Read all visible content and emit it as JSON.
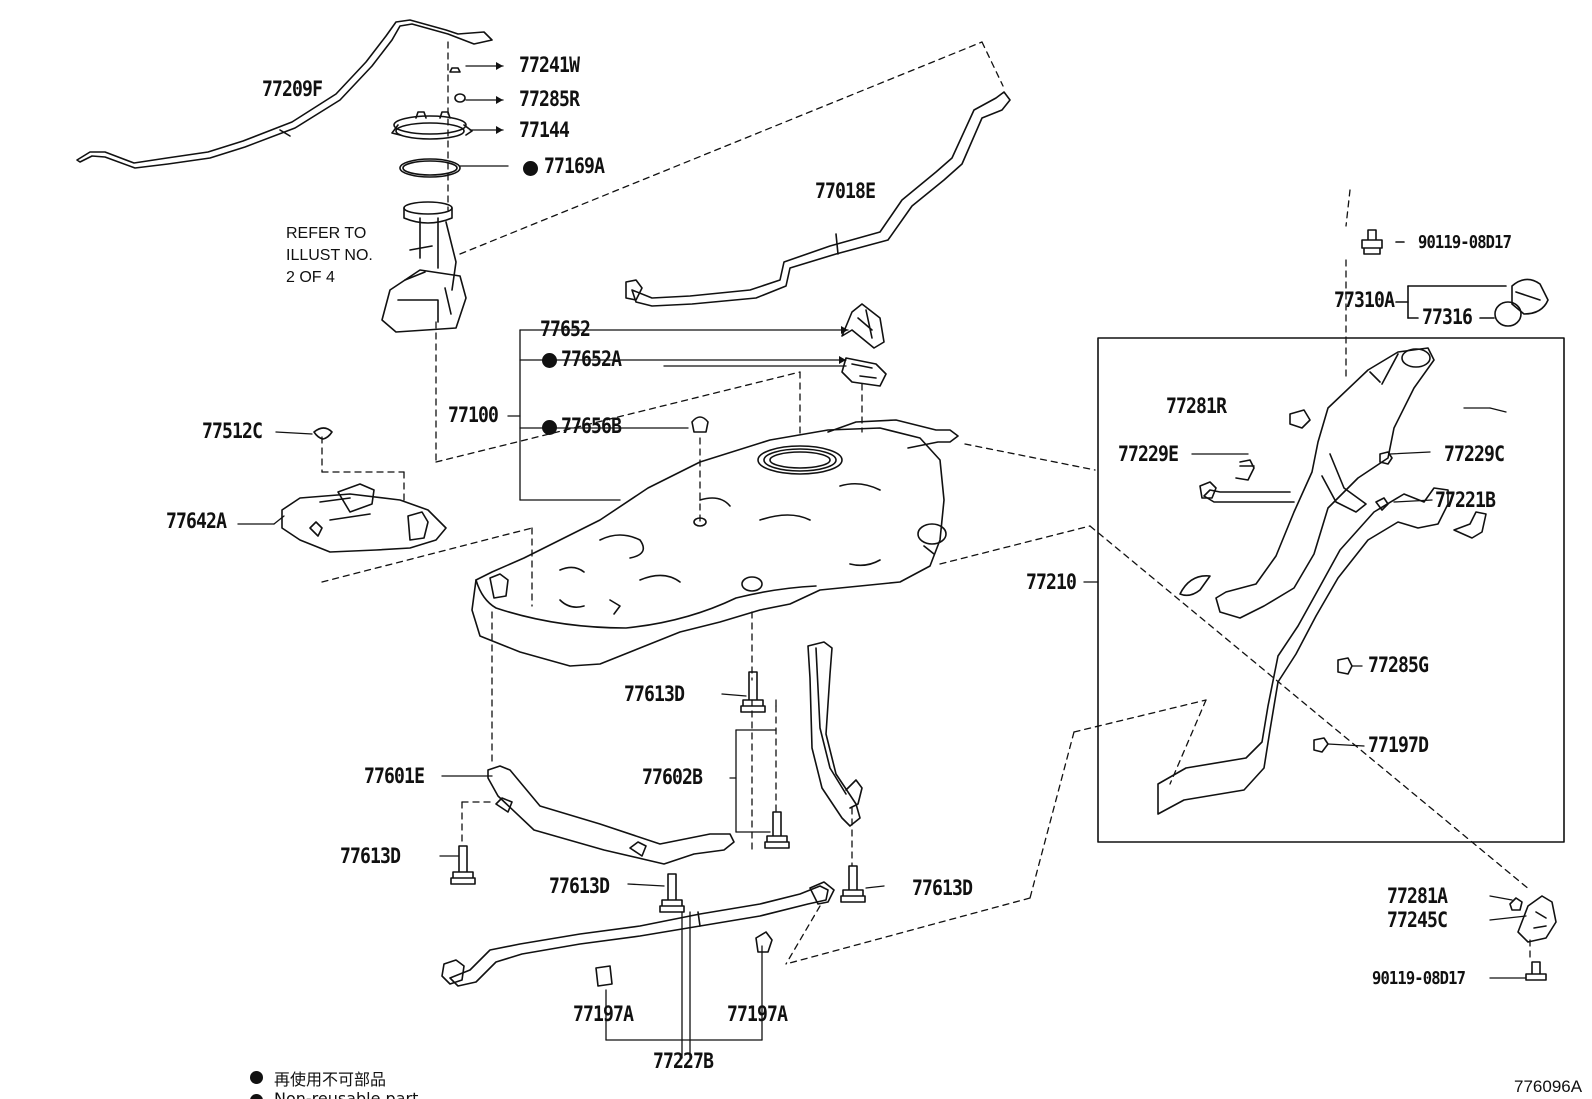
{
  "labels": {
    "p77209F": "77209F",
    "p77241W": "77241W",
    "p77285R": "77285R",
    "p77144": "77144",
    "p77169A": "77169A",
    "p77018E": "77018E",
    "p90119_top": "90119-08D17",
    "p77310A": "77310A",
    "p77316": "77316",
    "p77652": "77652",
    "p77652A": "77652A",
    "p77100": "77100",
    "p77656B": "77656B",
    "p77512C": "77512C",
    "p77642A": "77642A",
    "p77281R": "77281R",
    "p77229E": "77229E",
    "p77229C": "77229C",
    "p77221B": "77221B",
    "p77210": "77210",
    "p77285G": "77285G",
    "p77197D": "77197D",
    "p77613D_a": "77613D",
    "p77602B": "77602B",
    "p77601E": "77601E",
    "p77613D_b": "77613D",
    "p77613D_c": "77613D",
    "p77613D_d": "77613D",
    "p77281A": "77281A",
    "p77245C": "77245C",
    "p90119_bottom": "90119-08D17",
    "p77197A_left": "77197A",
    "p77197A_right": "77197A",
    "p77227B": "77227B"
  },
  "refer_note": "REFER TO\nILLUST NO.\n2 OF 4",
  "legend": {
    "japanese": "再使用不可部品",
    "english": "Non-reusable part"
  },
  "illustration_id": "776096A"
}
